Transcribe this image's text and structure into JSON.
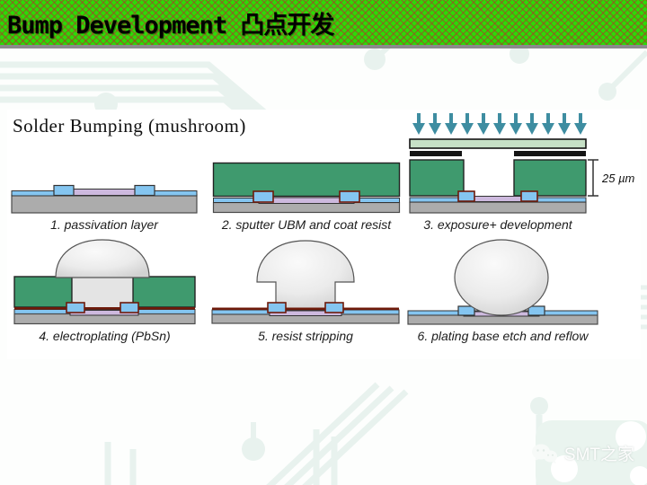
{
  "header": {
    "title": "Bump Development 凸点开发"
  },
  "slide": {
    "title": "Solder Bumping (mushroom)"
  },
  "panels": [
    {
      "caption": "1. passivation layer"
    },
    {
      "caption": "2. sputter UBM and coat resist"
    },
    {
      "caption": "3. exposure+ development",
      "dimension_label": "25 µm"
    },
    {
      "caption": "4. electroplating (PbSn)"
    },
    {
      "caption": "5. resist stripping"
    },
    {
      "caption": "6. plating base etch and reflow"
    }
  ],
  "watermark": {
    "label": "SMT之家"
  },
  "colors": {
    "header_green": "#2bdb06",
    "resist_green": "#3f9a6e",
    "substrate_gray": "#acacac",
    "passivation_blue": "#84c5f0",
    "pad_purple": "#cdb9de",
    "ubm_dark_red": "#6e1a0a",
    "solder_gray": "#e0e0e0",
    "arrow_teal": "#3e8da1",
    "mask_plate_green": "#c6e0c6",
    "mask_black": "#141414",
    "circuit_trace": "#e8f2ee",
    "circuit_blob": "#eaf4ef"
  }
}
